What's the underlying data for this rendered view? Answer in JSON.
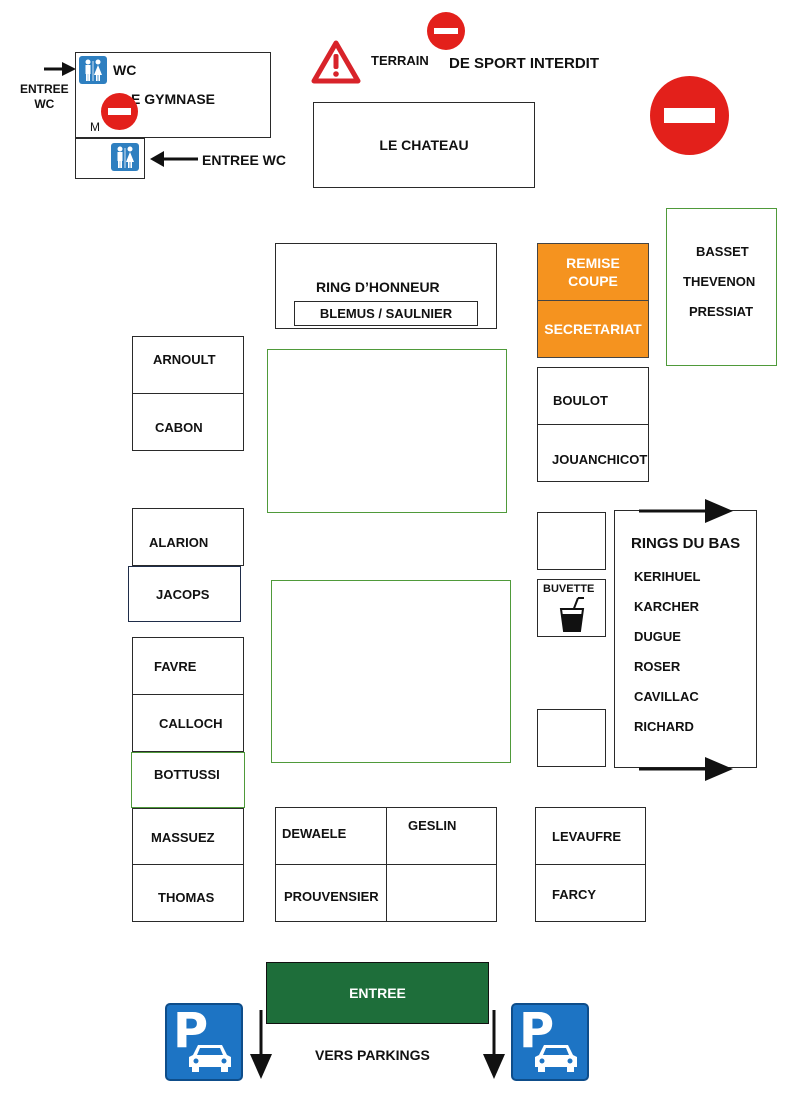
{
  "top": {
    "entree_wc_left": [
      "ENTREE",
      "WC"
    ],
    "wc": "WC",
    "gymnase": "E GYMNASE",
    "gymnase_m": "M",
    "entree_wc_right": "ENTREE WC",
    "warning_text_1": "TERRAIN",
    "warning_text_2": "DE SPORT INTERDIT",
    "chateau": "LE CHATEAU"
  },
  "ring_honneur": {
    "title": "RING D’HONNEUR",
    "judges": "BLEMUS / SAULNIER"
  },
  "orange": {
    "remise": [
      "REMISE",
      "COUPE"
    ],
    "secretariat": "SECRETARIAT"
  },
  "right_group": [
    "BASSET",
    "THEVENON",
    "PRESSIAT"
  ],
  "left_column": [
    "ARNOULT",
    "CABON",
    "ALARION",
    "JACOPS",
    "FAVRE",
    "CALLOCH",
    "BOTTUSSI",
    "MASSUEZ",
    "THOMAS"
  ],
  "right_column": [
    "BOULOT",
    "JOUANCHICOT"
  ],
  "buvette": "BUVETTE",
  "rings_du_bas": {
    "title": "RINGS DU BAS",
    "names": [
      "KERIHUEL",
      "KARCHER",
      "DUGUE",
      "ROSER",
      "CAVILLAC",
      "RICHARD"
    ]
  },
  "bottom_center": [
    "DEWAELE",
    "GESLIN",
    "PROUVENSIER"
  ],
  "bottom_right": [
    "LEVAUFRE",
    "FARCY"
  ],
  "entree": "ENTREE",
  "vers_parkings": "VERS PARKINGS",
  "colors": {
    "orange": "#f5931f",
    "entree_green": "#1e6e3a",
    "ring_green": "#4f9a3a",
    "parking_blue": "#1d74c4",
    "no_entry_red": "#e3201b"
  },
  "icons": [
    "no-entry-icon",
    "warning-icon",
    "toilet-icon",
    "parking-icon",
    "drink-icon",
    "arrow-icon"
  ]
}
